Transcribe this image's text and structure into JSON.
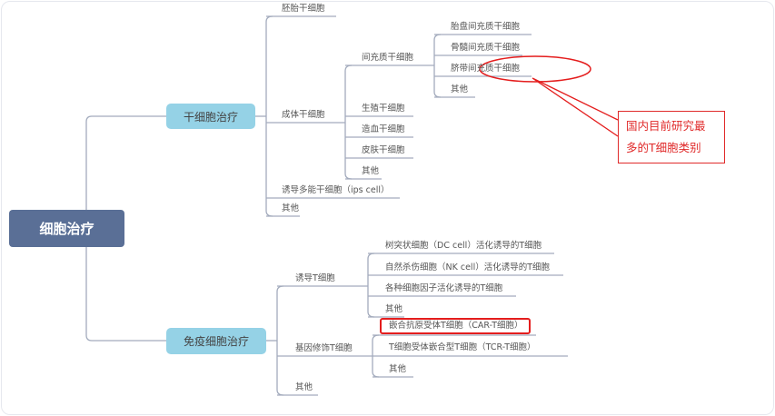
{
  "root": {
    "label": "细胞治疗"
  },
  "stem": {
    "label": "干细胞治疗",
    "children": {
      "embryonic": "胚胎干细胞",
      "adult": {
        "label": "成体干细胞",
        "mesenchymal": {
          "label": "间充质干细胞",
          "children": [
            "胎盘间充质干细胞",
            "骨髓间充质干细胞",
            "脐带间充质干细胞",
            "其他"
          ]
        },
        "others": [
          "生殖干细胞",
          "造血干细胞",
          "皮肤干细胞",
          "其他"
        ]
      },
      "ips": "诱导多能干细胞（ips cell）",
      "other": "其他"
    }
  },
  "immune": {
    "label": "免疫细胞治疗",
    "induced": {
      "label": "诱导T细胞",
      "children": [
        "树突状细胞（DC cell）活化诱导的T细胞",
        "自然杀伤细胞（NK cell）活化诱导的T细胞",
        "各种细胞因子活化诱导的T细胞",
        "其他"
      ]
    },
    "modified": {
      "label": "基因修饰T细胞",
      "children": [
        "嵌合抗原受体T细胞（CAR-T细胞）",
        "T细胞受体嵌合型T细胞（TCR-T细胞）",
        "其他"
      ]
    },
    "other": "其他"
  },
  "callout": {
    "line1": "国内目前研究最",
    "line2": "多的T细胞类别"
  },
  "colors": {
    "root": "#5a6f96",
    "branch": "#95d2e6",
    "line": "#a3abbd",
    "highlight": "#e02a2a"
  }
}
